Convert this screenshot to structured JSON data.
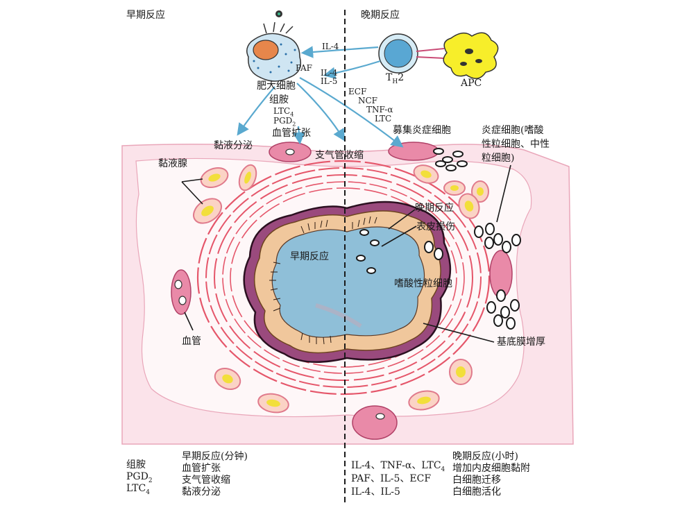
{
  "header": {
    "early": "早期反应",
    "late": "晚期反应"
  },
  "cells": {
    "mast": "肥大细胞",
    "th2": "T",
    "th2_sub": "H",
    "th2_num": "2",
    "apc": "APC"
  },
  "signals": {
    "il4_top": "IL-4",
    "paf": "PAF",
    "il4": "IL-4",
    "il5": "IL-5",
    "ecf": "ECF",
    "ncf": "NCF",
    "tnf": "TNF-α",
    "ltc": "LTC"
  },
  "mediators": {
    "histamine": "组胺",
    "ltc4": "LTC",
    "ltc4_sub": "4",
    "pgd2": "PGD",
    "pgd2_sub": "2",
    "vasodilation": "血管扩张"
  },
  "effects": {
    "mucus": "黏液分泌",
    "bronchoconstriction": "支气管收缩",
    "recruit": "募集炎症细胞",
    "inflammatory": [
      "炎症细胞(嗜酸",
      "性粒细胞、中性",
      "粒细胞)"
    ]
  },
  "airway": {
    "mucus_gland": "黏液腺",
    "vessel": "血管",
    "late_reaction": "晚期反应",
    "epithelial_damage": "表皮损伤",
    "early_reaction": "早期反应",
    "eosinophil": "嗜酸性粒细胞",
    "basement": "基底膜增厚"
  },
  "legend": {
    "left_col": [
      "组胺",
      "PGD",
      "LTC"
    ],
    "left_subs": [
      "",
      "2",
      "4"
    ],
    "early_title": "早期反应(分钟)",
    "early_items": [
      "血管扩张",
      "支气管收缩",
      "黏液分泌"
    ],
    "late_col": [
      "IL-4、TNF-α、LTC",
      "PAF、IL-5、ECF",
      "IL-4、IL-5"
    ],
    "late_col_sub": "4",
    "late_title": "晚期反应(小时)",
    "late_items": [
      "增加内皮细胞黏附",
      "白细胞迁移",
      "白细胞活化"
    ]
  }
}
